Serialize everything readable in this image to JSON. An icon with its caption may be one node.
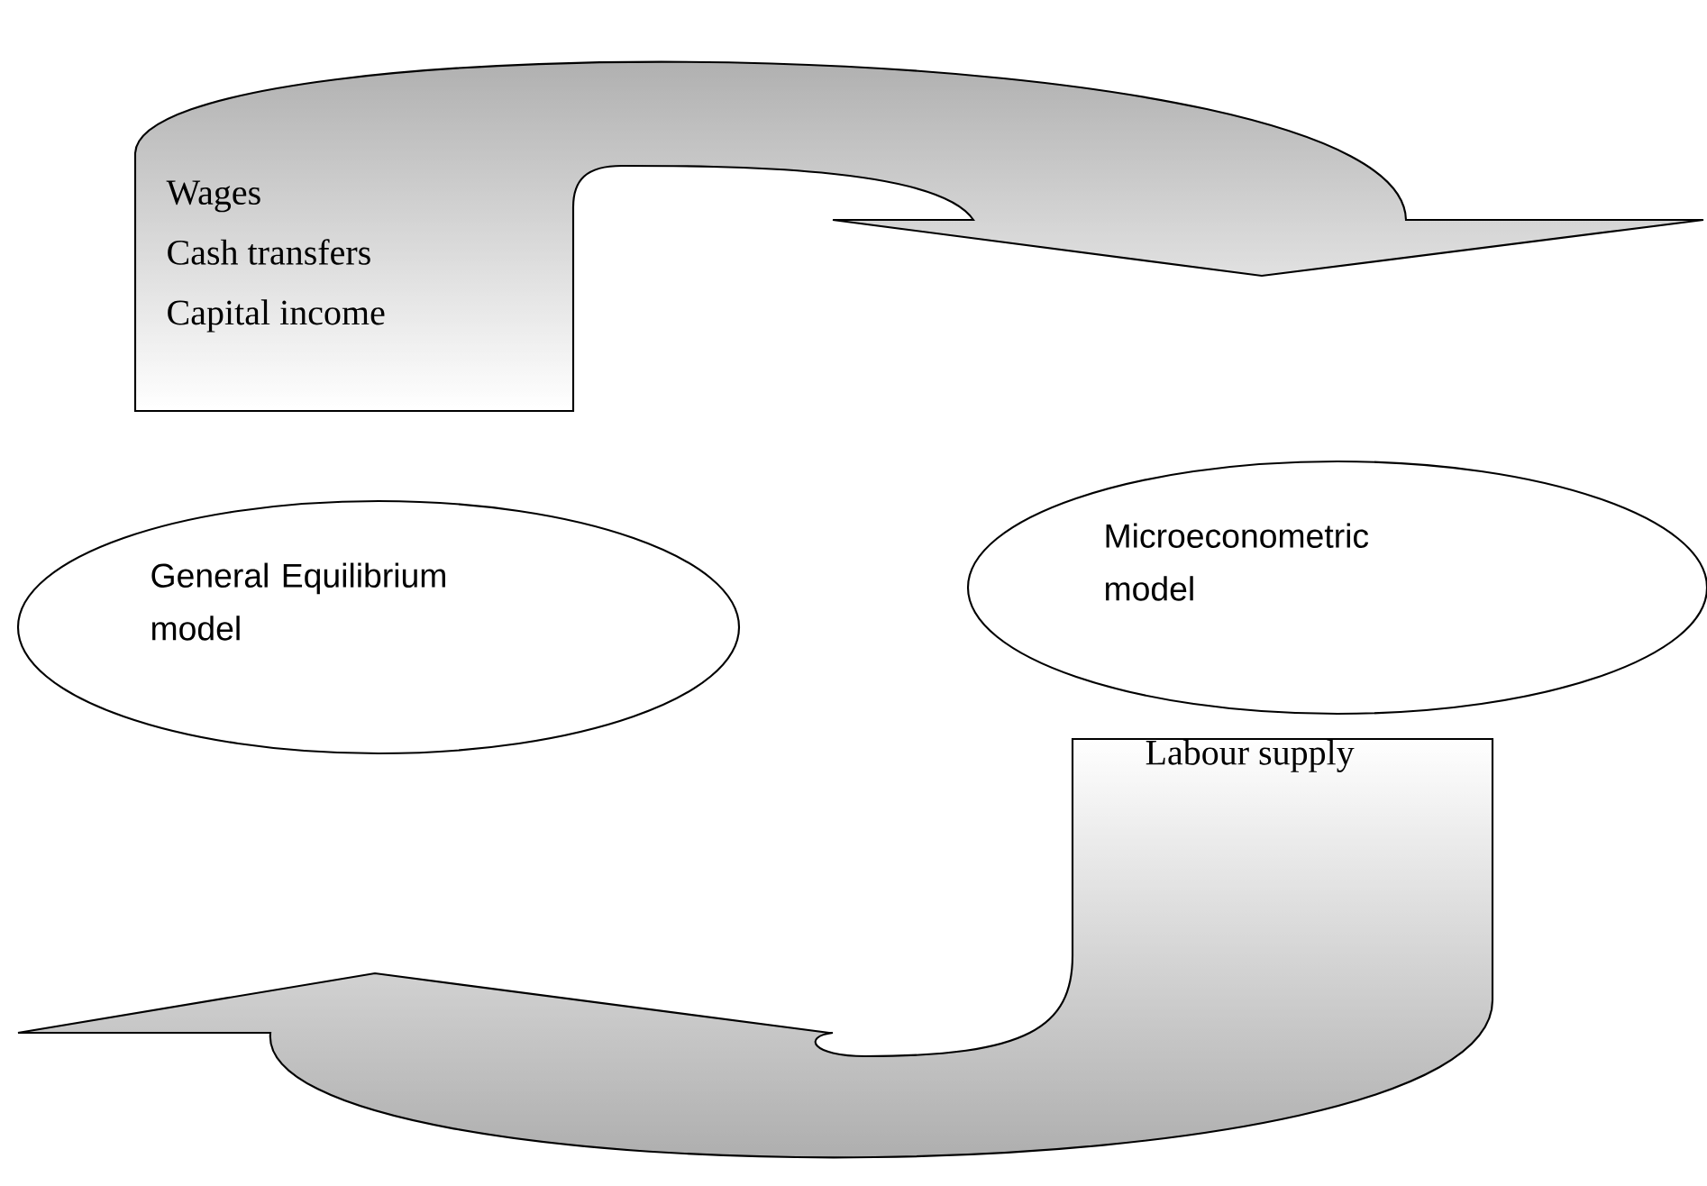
{
  "diagram": {
    "nodes": [
      {
        "text": [
          "Wages",
          "Cash transfers",
          "Capital income"
        ]
      },
      {
        "text": [
          "Microeconometric model"
        ]
      },
      {
        "text": [
          "General Equilibrium model"
        ]
      },
      {
        "text": [
          "Labour supply"
        ]
      }
    ]
  }
}
